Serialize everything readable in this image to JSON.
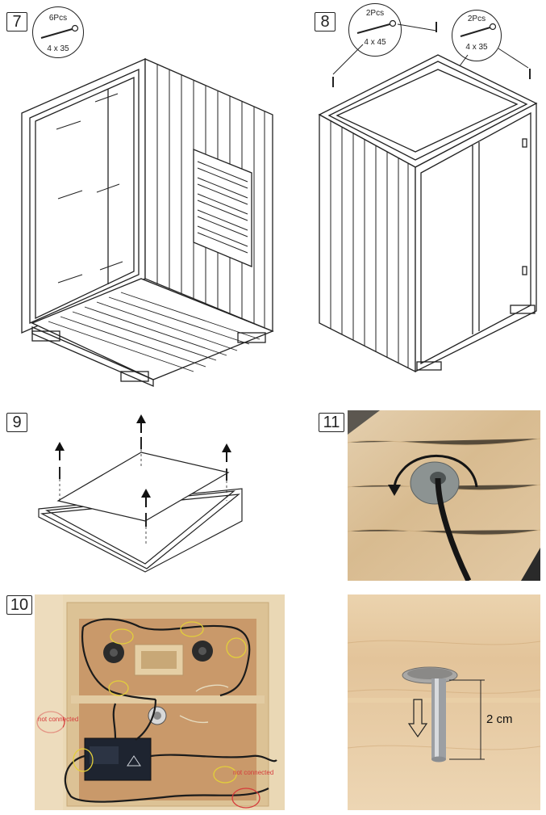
{
  "steps": {
    "s7": {
      "number": "7",
      "qty": "6Pcs",
      "size": "4 x  35"
    },
    "s8": {
      "number": "8",
      "callouts": [
        {
          "qty": "2Pcs",
          "size": "4 x 45"
        },
        {
          "qty": "2Pcs",
          "size": "4 x 35"
        }
      ]
    },
    "s9": {
      "number": "9"
    },
    "s10": {
      "number": "10",
      "notes": [
        "not connected",
        "not connected"
      ]
    },
    "s11": {
      "number": "11",
      "dimension": "2 cm"
    }
  },
  "colors": {
    "line": "#222222",
    "wood": "#d9b78a",
    "wood_light": "#e8d0a8",
    "board": "#c9996a",
    "note": "#d63b3b"
  }
}
